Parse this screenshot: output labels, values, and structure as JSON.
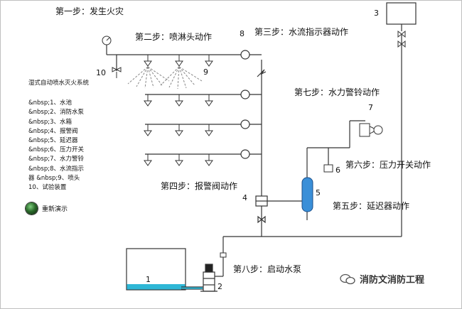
{
  "steps": {
    "s1": "第一步：发生火灾",
    "s2": "第二步：喷淋头动作",
    "s3": "第三步：水流指示器动作",
    "s4": "第四步：报警阀动作",
    "s5": "第五步：延迟器动作",
    "s6": "第六步：压力开关动作",
    "s7": "第七步：水力警铃动作",
    "s8": "第八步：启动水泵"
  },
  "numbers": {
    "n1": "1",
    "n2": "2",
    "n3": "3",
    "n4": "4",
    "n5": "5",
    "n6": "6",
    "n7": "7",
    "n8": "8",
    "n9": "9",
    "n10": "10"
  },
  "legend": {
    "title": "湿式自动喷水灭火系统",
    "items": [
      "&nbsp;1、水池",
      "&nbsp;2、消防水泵",
      "&nbsp;3、水箱",
      "&nbsp;4、报警阀",
      "&nbsp;5、延迟器",
      "&nbsp;6、压力开关",
      "&nbsp;7、水力警铃",
      "&nbsp;8、水流指示",
      "器 &nbsp;9、喷头",
      "10、试验装置"
    ]
  },
  "controls": {
    "replay_label": "重新演示"
  },
  "watermark": {
    "text": "消防文消防工程"
  },
  "colors": {
    "pipe": "#333333",
    "water": "#2fb7d6",
    "delay_fill": "#3a8fd8",
    "spray": "#888888"
  }
}
